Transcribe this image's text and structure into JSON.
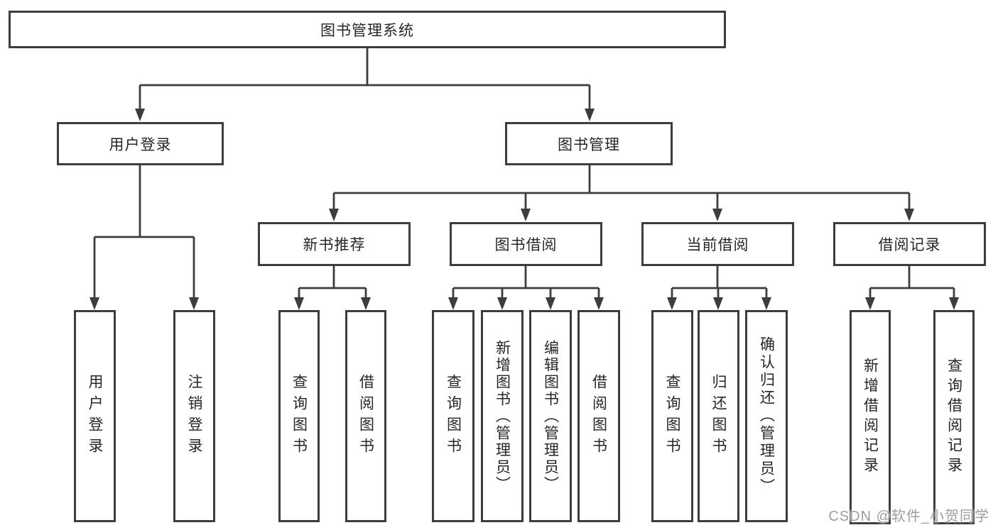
{
  "diagram": {
    "root": "图书管理系统",
    "level2": {
      "user_login": "用户登录",
      "book_mgmt": "图书管理"
    },
    "level3": {
      "new_books": "新书推荐",
      "borrow": "图书借阅",
      "current": "当前借阅",
      "records": "借阅记录"
    },
    "leaves": {
      "login": "用户登录",
      "logout": "注销登录",
      "nb_query": "查询图书",
      "nb_borrow": "借阅图书",
      "bw_query": "查询图书",
      "bw_add": "新增图书（管理员）",
      "bw_edit": "编辑图书（管理员）",
      "bw_borrow": "借阅图书",
      "cu_query": "查询图书",
      "cu_return": "归还图书",
      "cu_confirm": "确认归还（管理员）",
      "rc_add": "新增借阅记录",
      "rc_query": "查询借阅记录"
    }
  },
  "watermark": "CSDN @软件_小贺同学",
  "colors": {
    "line": "#3d3d3d",
    "text": "#262626",
    "watermark": "#9e9e9e",
    "background": "#ffffff"
  }
}
